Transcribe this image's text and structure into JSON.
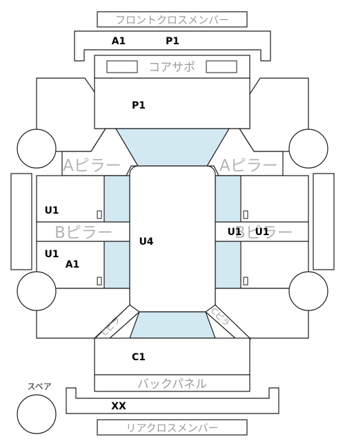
{
  "labels": {
    "front_cross_member": "フロントクロスメンバー",
    "core_support": "コアサポ",
    "a_pillar_left": "Aピラー",
    "a_pillar_right": "Aピラー",
    "b_pillar_left": "Bピラー",
    "b_pillar_right": "Bピラー",
    "back_panel": "バックパネル",
    "rear_cross_member": "リアクロスメンバー",
    "spare": "スペア",
    "c_pillar_left": "Cピラ",
    "c_pillar_right": "Cピラ"
  },
  "codes": {
    "front_member_a": "A1",
    "front_member_p": "P1",
    "hood": "P1",
    "left_front_door": "U1",
    "left_rear_door_u": "U1",
    "left_rear_door_a": "A1",
    "roof": "U4",
    "right_front_door": "U1",
    "right_rear_door": "U1",
    "trunk": "C1",
    "rear_member": "XX"
  },
  "colors": {
    "glass": "#d3e9f1",
    "outline": "#1a1a1a",
    "label_gray": "#9a9a9a"
  }
}
